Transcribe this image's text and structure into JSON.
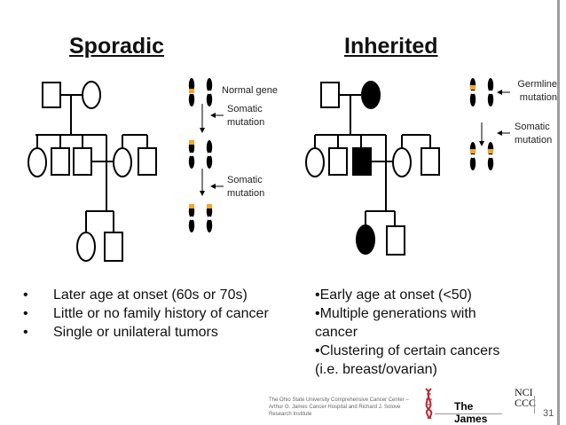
{
  "sporadic": {
    "title": "Sporadic",
    "labels": {
      "normal_gene": "Normal gene",
      "somatic_1": [
        "Somatic",
        "mutation"
      ],
      "somatic_2": [
        "Somatic",
        "mutation"
      ]
    },
    "bullets": [
      "Later age at onset (60s or 70s)",
      "Little or no family history of cancer",
      "Single or unilateral tumors"
    ],
    "bullet_symbol": "•"
  },
  "inherited": {
    "title": "Inherited",
    "labels": {
      "germline": [
        "Germline",
        "mutation"
      ],
      "somatic": [
        "Somatic",
        "mutation"
      ]
    },
    "bullets": [
      "•Early age at onset (<50)",
      "•Multiple generations with",
      "cancer",
      "•Clustering of certain cancers",
      "(i.e. breast/ovarian)"
    ]
  },
  "footer": {
    "credit": [
      "The Ohio State University Comprehensive Cancer Center –",
      "Arthur G. James Cancer Hospital and Richard J. Solove",
      "Research Institute"
    ],
    "page_number": "31",
    "logo_james_text": "The James",
    "logo_nci_text": "NCI CCC"
  },
  "colors": {
    "mutation_orange": "#f5a623",
    "chromosome_black": "#000000",
    "divider_grey": "#9e9e9e"
  }
}
